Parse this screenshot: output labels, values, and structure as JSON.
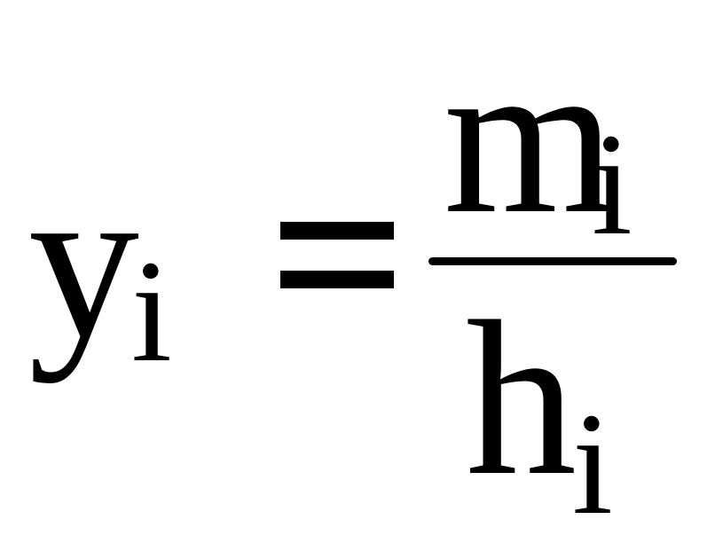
{
  "formula": {
    "lhs": {
      "base": "y",
      "subscript": "i"
    },
    "relation": "=",
    "rhs": {
      "numerator": {
        "base": "m",
        "subscript": "i"
      },
      "denominator": {
        "base": "h",
        "subscript": "i"
      }
    }
  },
  "colors": {
    "ink": "#000000",
    "background": "#ffffff"
  }
}
